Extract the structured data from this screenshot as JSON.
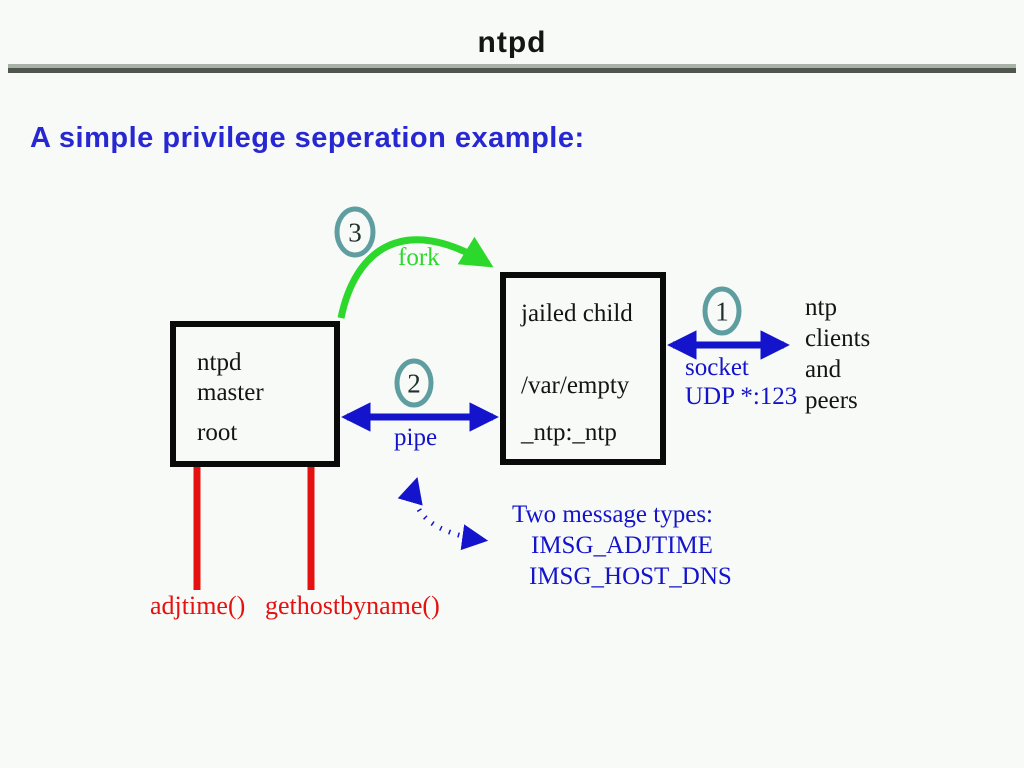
{
  "slide": {
    "title": "ntpd",
    "subtitle": "A simple privilege seperation example:"
  },
  "diagram": {
    "master_box": {
      "line1": "ntpd",
      "line2": "master",
      "line3": "root"
    },
    "child_box": {
      "line1": "jailed child",
      "line2": "/var/empty",
      "line3": "_ntp:_ntp"
    },
    "badge_fork": "3",
    "badge_pipe": "2",
    "badge_socket": "1",
    "fork_label": "fork",
    "pipe_label": "pipe",
    "socket_label": "socket",
    "udp_label": "UDP *:123",
    "clients_line1": "ntp",
    "clients_line2": "clients",
    "clients_line3": "and",
    "clients_line4": "peers",
    "adjtime_label": "adjtime()",
    "gethostbyname_label": "gethostbyname()",
    "messages_title": "Two message types:",
    "message_type1": "IMSG_ADJTIME",
    "message_type2": "IMSG_HOST_DNS",
    "colors": {
      "arrow_blue": "#1414cc",
      "fork_green": "#2bd82b",
      "syscall_red": "#e51111",
      "badge_ring_teal": "#5f9ea0",
      "subtitle_blue": "#2828d2"
    }
  }
}
